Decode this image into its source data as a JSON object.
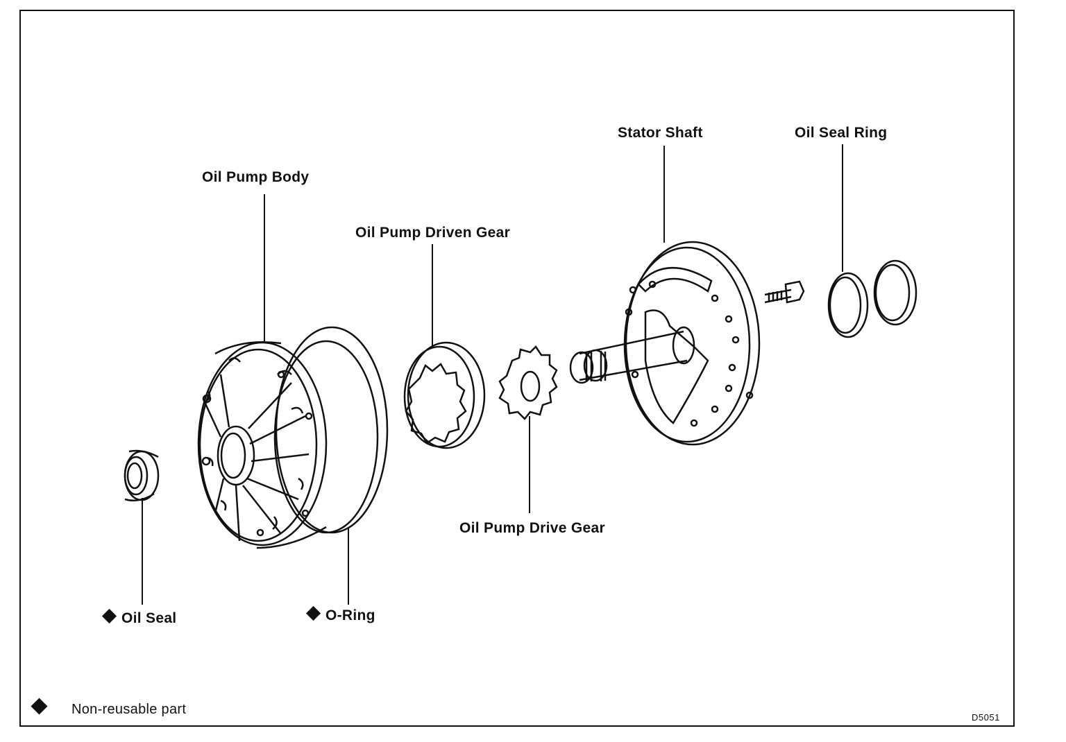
{
  "labels": {
    "stator_shaft": "Stator Shaft",
    "oil_seal_ring": "Oil Seal Ring",
    "oil_pump_body": "Oil Pump Body",
    "oil_pump_driven_gear": "Oil Pump Driven Gear",
    "oil_pump_drive_gear": "Oil Pump Drive Gear",
    "oil_seal": "Oil Seal",
    "o_ring": "O-Ring"
  },
  "legend": {
    "text": "Non-reusable part"
  },
  "figure_code": "D5051"
}
